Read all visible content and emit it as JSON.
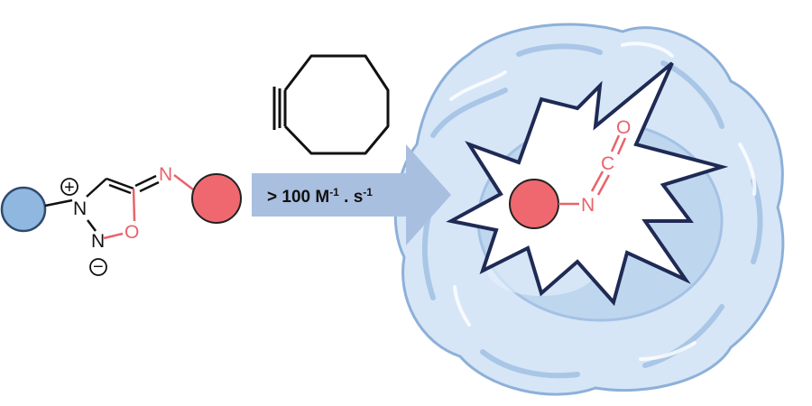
{
  "reactant": {
    "ring_atoms": {
      "n_plus": "N",
      "n_lower": "N",
      "o": "O",
      "exo_n": "N"
    },
    "charges": {
      "plus": "+",
      "minus": "−"
    }
  },
  "arrow": {
    "rate_prefix": "> 100 M",
    "rate_exp1": "-1",
    "rate_mid": " . s",
    "rate_exp2": "-1"
  },
  "product": {
    "n": "N",
    "c": "C",
    "o": "O"
  },
  "colors": {
    "blue_sphere": "#8fb7e0",
    "red_sphere": "#f0686f",
    "arrow": "#a9bfe0",
    "cell": "#c9ddf3",
    "burst_outline": "#1f2a55",
    "heteroatom_red": "#e8636b"
  }
}
